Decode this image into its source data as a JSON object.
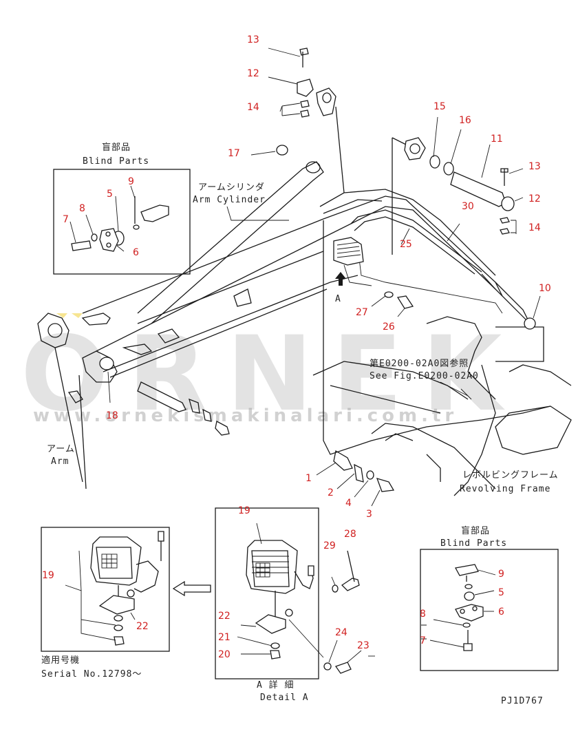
{
  "labels": {
    "blind_parts_jp": "盲部品",
    "blind_parts_en": "Blind Parts",
    "arm_cylinder_jp": "アームシリンダ",
    "arm_cylinder_en": "Arm Cylinder",
    "arm_jp": "アーム",
    "arm_en": "Arm",
    "see_fig_jp": "第E0200-02A0図参照",
    "see_fig_en": "See Fig.E0200-02A0",
    "revolving_frame_jp": "レボルビングフレーム",
    "revolving_frame_en": "Revolving Frame",
    "view_a": "A",
    "serial_jp": "適用号機",
    "serial_en": "Serial No.12798〜",
    "detail_a_jp": "A 詳 細",
    "detail_a_en": "Detail A",
    "drawing_code": "PJ1D767"
  },
  "watermark": {
    "brand": "ORNEK",
    "url": "www.ornekismakinalari.com.tr"
  },
  "callouts": {
    "n1": "1",
    "n2": "2",
    "n3": "3",
    "n4": "4",
    "n5": "5",
    "n6": "6",
    "n7": "7",
    "n8": "8",
    "n9": "9",
    "n10": "10",
    "n11": "11",
    "n12": "12",
    "n13": "13",
    "n14": "14",
    "n15": "15",
    "n16": "16",
    "n17": "17",
    "n18": "18",
    "n19": "19",
    "n20": "20",
    "n21": "21",
    "n22": "22",
    "n23": "23",
    "n24": "24",
    "n25": "25",
    "n26": "26",
    "n27": "27",
    "n28": "28",
    "n29": "29",
    "n30": "30"
  },
  "colors": {
    "callout": "#d02020",
    "line": "#1a1a1a",
    "watermark": "#9e9e9e",
    "watermark_accent": "#f2d34a"
  }
}
